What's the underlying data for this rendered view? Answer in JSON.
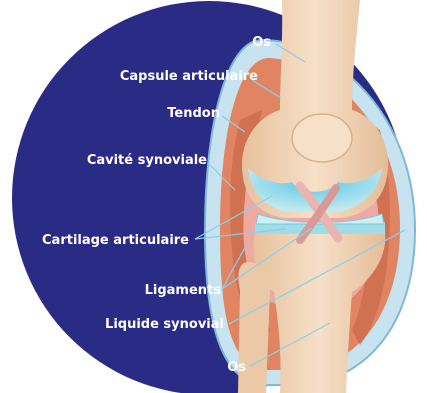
{
  "labels": {
    "os_top": "Os",
    "capsule": "Capsule articulaire",
    "tendon": "Tendon",
    "cavite": "Cavité synoviale",
    "cartilage": "Cartilage articulaire",
    "ligaments": "Ligaments",
    "liquide": "Liquide synovial",
    "os_bottom": "Os"
  },
  "colors": {
    "background_circle": "#2a2b84",
    "label_text": "#ffffff",
    "leader_line": "#87d0ee",
    "bone": "#efcfae",
    "bone_highlight": "#f6e0c8",
    "capsule": "#c7e3f0",
    "capsule_outline": "#7fb8d8",
    "tendon_muscle": "#e08462",
    "muscle_dark": "#c96a4c",
    "synovial_fluid": "#f0a9a0",
    "cartilage": "#9fdde8",
    "ligament": "#e7b6b2"
  }
}
